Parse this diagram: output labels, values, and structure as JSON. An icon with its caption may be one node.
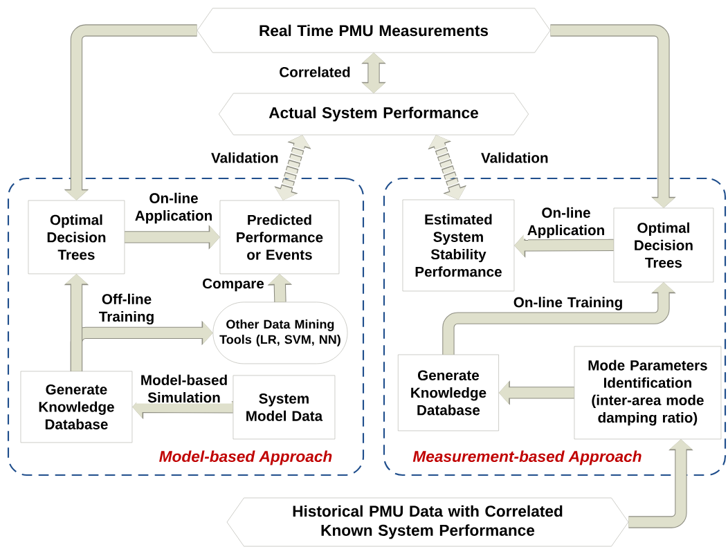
{
  "diagram": {
    "nodes": [
      {
        "text": [
          "Real Time PMU Measurements"
        ]
      },
      {
        "text": [
          "Actual System Performance"
        ]
      },
      {
        "text": [
          "Model-based Approach"
        ]
      },
      {
        "text": [
          "Optimal Decision Trees"
        ],
        "in": 2
      },
      {
        "text": [
          "Predicted Performance or Events"
        ],
        "in": 2
      },
      {
        "text": [
          "Other Data Mining Tools (LR, SVM, NN)"
        ],
        "in": 2
      },
      {
        "text": [
          "Generate Knowledge Database"
        ],
        "in": 2
      },
      {
        "text": [
          "System Model Data"
        ],
        "in": 2
      },
      {
        "text": [
          "Measurement-based Approach"
        ]
      },
      {
        "text": [
          "Estimated System Stability Performance"
        ],
        "in": 8
      },
      {
        "text": [
          "Optimal Decision Trees"
        ],
        "in": 8
      },
      {
        "text": [
          "Generate Knowledge Database"
        ],
        "in": 8
      },
      {
        "text": [
          "Mode Parameters Identification (inter-area mode damping ratio)"
        ],
        "in": 8
      },
      {
        "text": [
          "Historical PMU Data with Correlated Known System Performance"
        ]
      }
    ],
    "edges": [
      {
        "from": 0,
        "to": 3,
        "arrow": "to"
      },
      {
        "from": 0,
        "to": 10,
        "arrow": "to"
      },
      {
        "from": 0,
        "to": 1,
        "arrow": "both",
        "label": "Correlated"
      },
      {
        "from": 4,
        "to": 1,
        "arrow": "both",
        "label": "Validation",
        "style": "dashed"
      },
      {
        "from": 9,
        "to": 1,
        "arrow": "both",
        "label": "Validation",
        "style": "dashed"
      },
      {
        "from": 3,
        "to": 4,
        "arrow": "to",
        "label": "On-line Application"
      },
      {
        "from": 6,
        "to": 3,
        "arrow": "to"
      },
      {
        "from": 6,
        "to": 5,
        "arrow": "to",
        "label": "Off-line Training"
      },
      {
        "from": 5,
        "to": 4,
        "arrow": "to",
        "label": "Compare"
      },
      {
        "from": 7,
        "to": 6,
        "arrow": "to",
        "label": "Model-based Simulation"
      },
      {
        "from": 10,
        "to": 9,
        "arrow": "to",
        "label": "On-line Application"
      },
      {
        "from": 11,
        "to": 10,
        "arrow": "to",
        "label": "On-line Training"
      },
      {
        "from": 12,
        "to": 11,
        "arrow": "to"
      },
      {
        "from": 13,
        "to": 12,
        "arrow": "to"
      }
    ]
  }
}
